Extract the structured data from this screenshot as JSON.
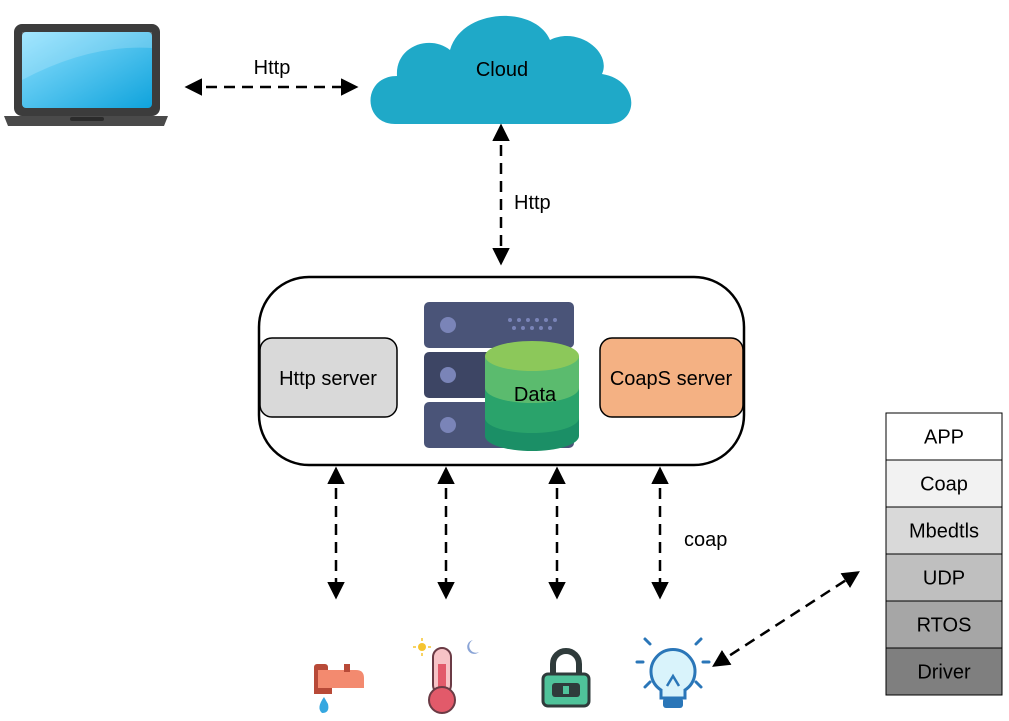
{
  "cloud": {
    "label": "Cloud"
  },
  "links": {
    "laptop_cloud": "Http",
    "cloud_gateway": "Http",
    "gateway_devices": "coap"
  },
  "gateway": {
    "http_server": "Http server",
    "coaps_server": "CoapS server",
    "data": "Data"
  },
  "stack": {
    "layers": [
      {
        "label": "APP",
        "fill": "#ffffff"
      },
      {
        "label": "Coap",
        "fill": "#f2f2f2"
      },
      {
        "label": "Mbedtls",
        "fill": "#d9d9d9"
      },
      {
        "label": "UDP",
        "fill": "#bfbfbf"
      },
      {
        "label": "RTOS",
        "fill": "#a6a6a6"
      },
      {
        "label": "Driver",
        "fill": "#7f7f7f"
      }
    ]
  },
  "devices": [
    {
      "icon": "faucet-icon"
    },
    {
      "icon": "thermometer-icon"
    },
    {
      "icon": "padlock-icon"
    },
    {
      "icon": "lightbulb-icon"
    }
  ],
  "colors": {
    "cloud": "#1fa9c8",
    "http_server": "#d9d9d9",
    "coaps_server": "#f4b183",
    "server_rack": "#4a5478",
    "database": "#2aa36b",
    "laptop_screen": "#29b6e8"
  }
}
